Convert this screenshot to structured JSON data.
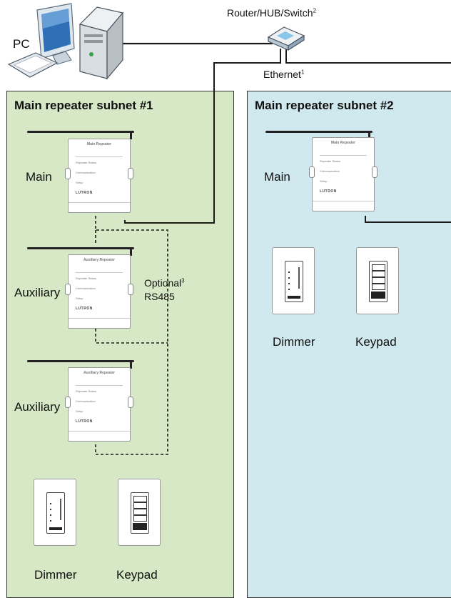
{
  "network": {
    "pc_label": "PC",
    "router_label": "Router/HUB/Switch",
    "router_sup": "2",
    "ethernet_label": "Ethernet",
    "ethernet_sup": "1"
  },
  "subnet1": {
    "title": "Main repeater subnet #1",
    "main_label": "Main",
    "aux1_label": "Auxiliary",
    "aux2_label": "Auxiliary",
    "optional_label": "Optional",
    "optional_sup": "3",
    "rs485_label": "RS485",
    "dimmer_label": "Dimmer",
    "keypad_label": "Keypad"
  },
  "subnet2": {
    "title": "Main repeater subnet #2",
    "main_label": "Main",
    "dimmer_label": "Dimmer",
    "keypad_label": "Keypad"
  },
  "repeater": {
    "main_title": "Main Repeater",
    "aux_title": "Auxiliary Repeater",
    "status": "Repeater Status",
    "communication": "Communication",
    "setup": "Setup",
    "brand": "LUTRON"
  },
  "colors": {
    "subnet1_bg": "#d6e8c6",
    "subnet2_bg": "#cfe9ef",
    "line": "#1a1a1a"
  }
}
